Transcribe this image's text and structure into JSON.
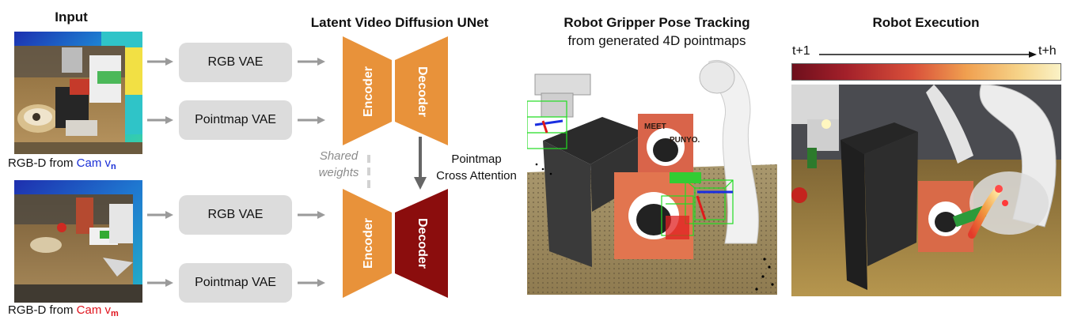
{
  "input": {
    "title": "Input",
    "caption_n_prefix": "RGB-D from ",
    "caption_n_cam": "Cam v",
    "caption_n_sub": "n",
    "caption_m_prefix": "RGB-D from ",
    "caption_m_cam": "Cam v",
    "caption_m_sub": "m"
  },
  "unet": {
    "title": "Latent Video Diffusion UNet",
    "top": {
      "rgb_vae": "RGB VAE",
      "pointmap_vae": "Pointmap VAE",
      "encoder": "Encoder",
      "decoder": "Decoder"
    },
    "bottom": {
      "rgb_vae": "RGB VAE",
      "pointmap_vae": "Pointmap VAE",
      "encoder": "Encoder",
      "decoder": "Decoder"
    },
    "shared_weights_line1": "Shared",
    "shared_weights_line2": "weights",
    "cross_attention_line1": "Pointmap",
    "cross_attention_line2": "Cross Attention"
  },
  "tracking": {
    "title": "Robot Gripper Pose Tracking",
    "subtitle": "from generated 4D pointmaps",
    "box_text_1": "MEET",
    "box_text_2": "PUNYO."
  },
  "execution": {
    "title": "Robot Execution",
    "time_start": "t+1",
    "time_end": "t+h"
  },
  "colors": {
    "encoder_orange": "#e8923a",
    "decoder_orange": "#e8923a",
    "decoder_dark_red": "#8b0d0d",
    "vae_gray": "#dcdcdc",
    "arrow_gray": "#9a9a9a",
    "cam_blue": "#1a2fd6",
    "cam_red": "#e0141e"
  }
}
